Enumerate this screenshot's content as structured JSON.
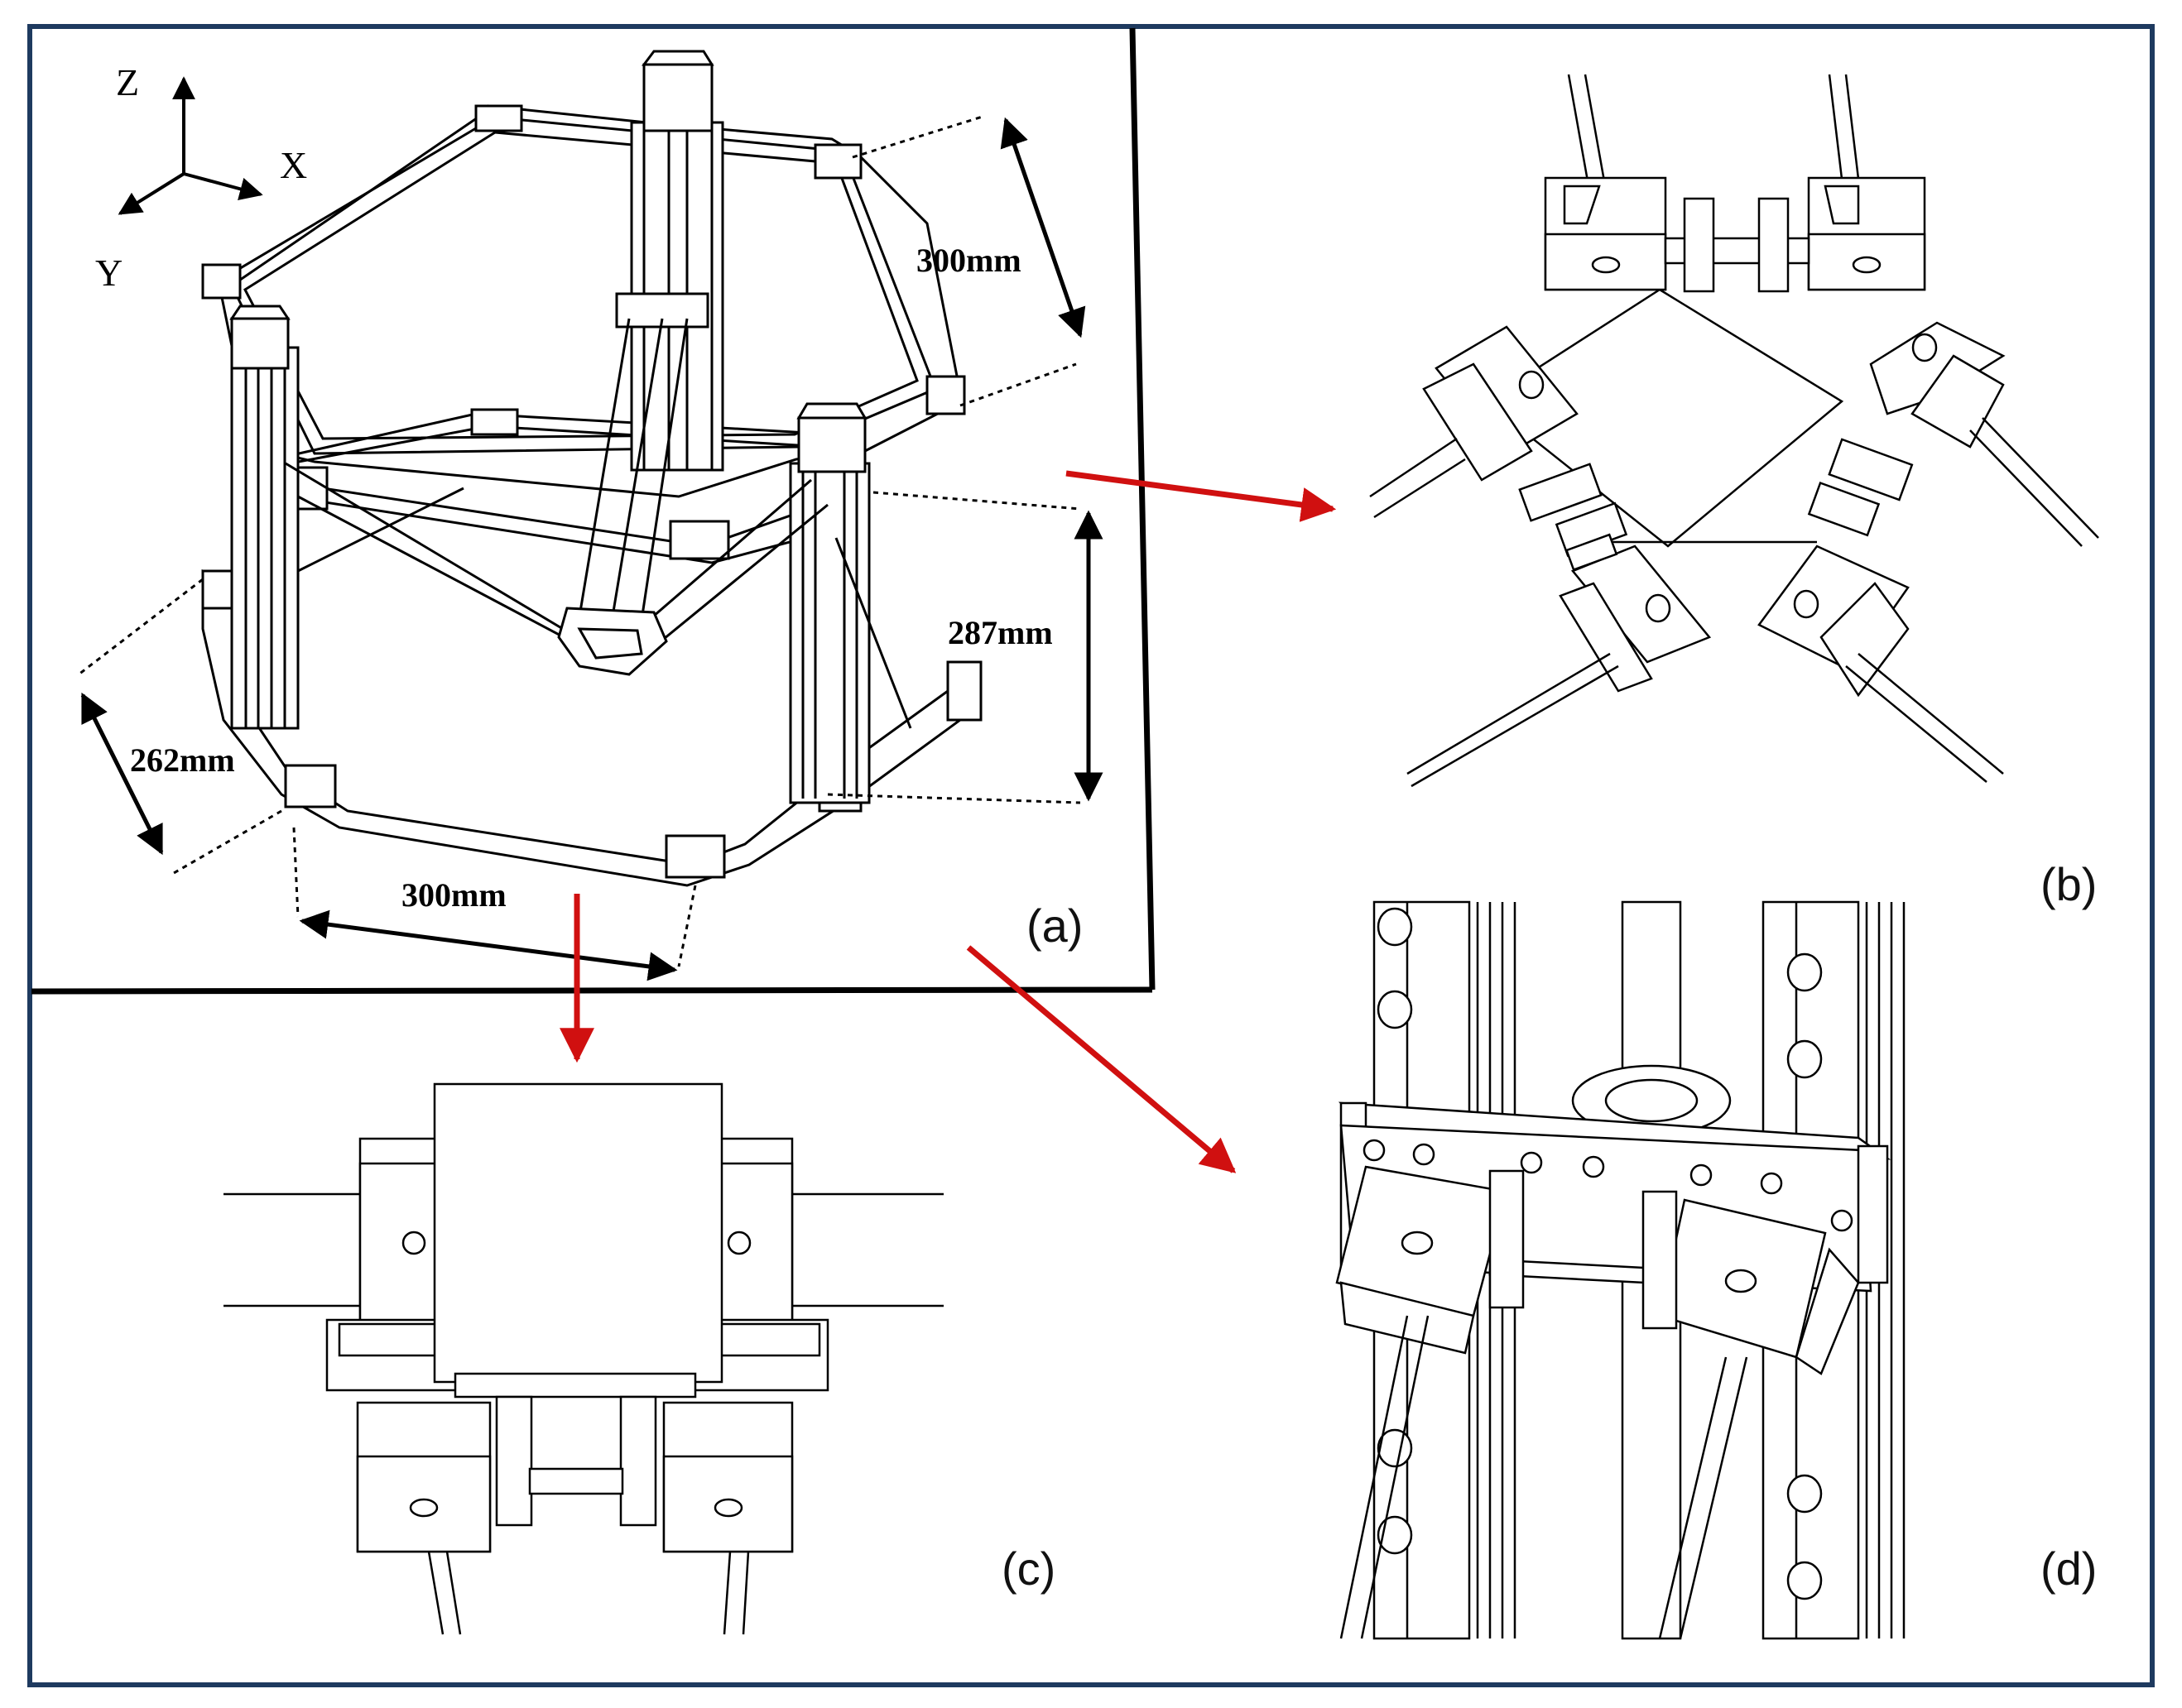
{
  "axes": {
    "z": "Z",
    "x": "X",
    "y": "Y"
  },
  "dimensions": {
    "top_depth": "300mm",
    "height": "287mm",
    "left_depth": "262mm",
    "bottom_width": "300mm"
  },
  "panels": {
    "a": "(a)",
    "b": "(b)",
    "c": "(c)",
    "d": "(d)"
  },
  "colors": {
    "border": "#1e3a5f",
    "arrow": "#d01010",
    "line": "#000000"
  }
}
